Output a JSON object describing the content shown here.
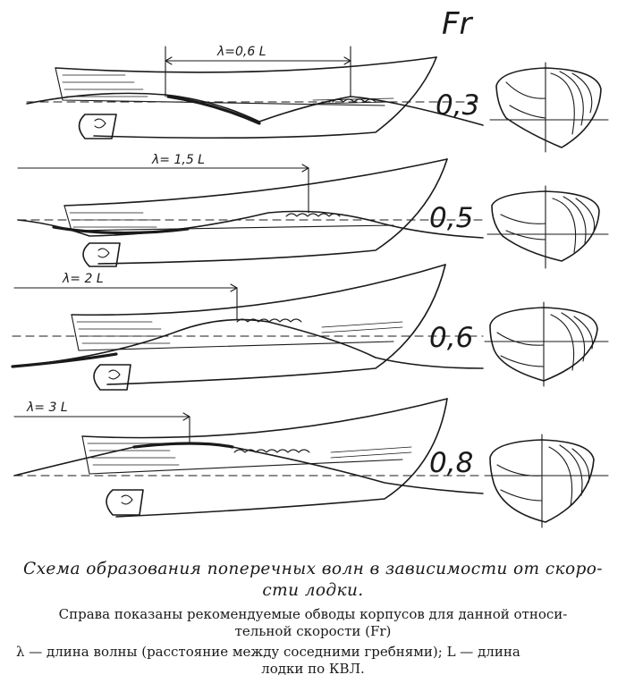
{
  "figure": {
    "axis_heading": "Fr",
    "rows": [
      {
        "fr": "0,3",
        "wavelength": "λ=0,6 L"
      },
      {
        "fr": "0,5",
        "wavelength": "λ= 1,5 L"
      },
      {
        "fr": "0,6",
        "wavelength": "λ= 2 L"
      },
      {
        "fr": "0,8",
        "wavelength": "λ= 3 L"
      }
    ]
  },
  "caption": {
    "title_line1": "Схема образования поперечных волн в зависимости от скоро-",
    "title_line2": "сти лодки.",
    "note_line1": "Справа показаны рекомендуемые обводы корпусов для данной относи-",
    "note_line2": "тельной скорости (Fr)",
    "legend_line1": "λ — длина волны (расстояние между соседними гребнями); L — длина",
    "legend_line2": "лодки по КВЛ."
  }
}
